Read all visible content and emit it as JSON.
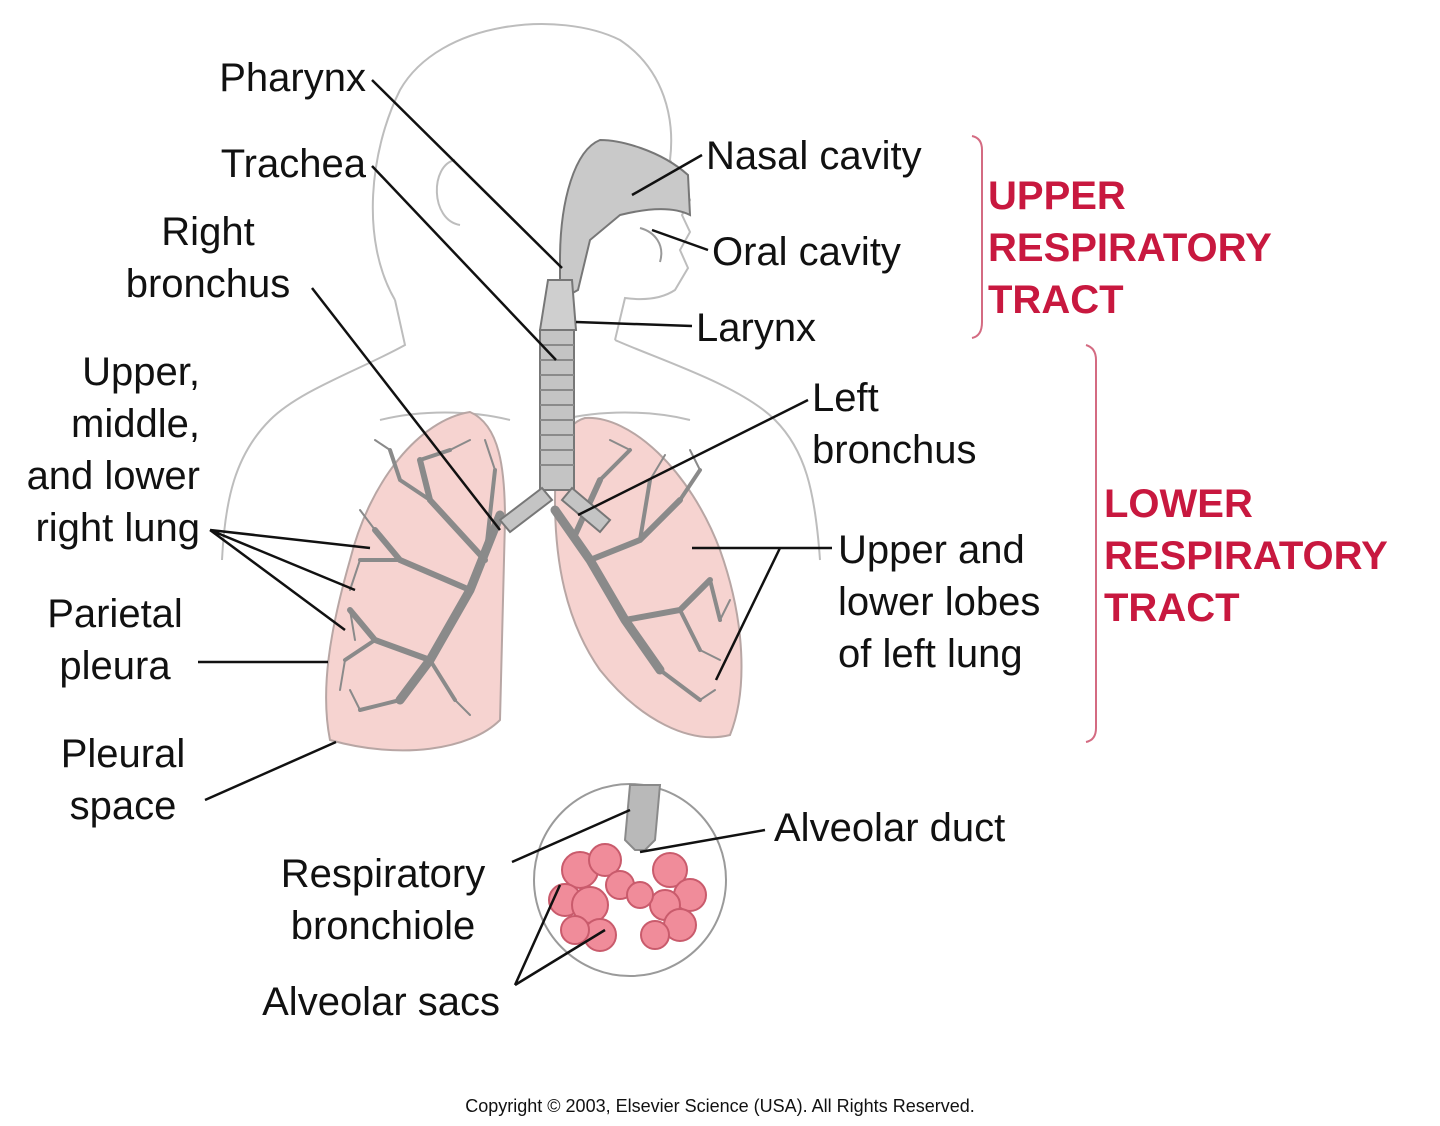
{
  "labels": {
    "pharynx": "Pharynx",
    "trachea": "Trachea",
    "right_bronchus": [
      "Right",
      "bronchus"
    ],
    "right_lung": [
      "Upper,",
      "middle,",
      "and lower",
      "right lung"
    ],
    "parietal_pleura": [
      "Parietal",
      "pleura"
    ],
    "pleural_space": [
      "Pleural",
      "space"
    ],
    "nasal_cavity": "Nasal cavity",
    "oral_cavity": "Oral cavity",
    "larynx": "Larynx",
    "left_bronchus": [
      "Left",
      "bronchus"
    ],
    "left_lung_lobes": [
      "Upper and",
      "lower lobes",
      "of left lung"
    ],
    "alveolar_duct": "Alveolar duct",
    "respiratory_bronchiole": [
      "Respiratory",
      "bronchiole"
    ],
    "alveolar_sacs": "Alveolar sacs"
  },
  "tracts": {
    "upper": [
      "UPPER",
      "RESPIRATORY",
      "TRACT"
    ],
    "lower": [
      "LOWER",
      "RESPIRATORY",
      "TRACT"
    ]
  },
  "copyright": "Copyright © 2003, Elsevier Science (USA). All Rights Reserved.",
  "colors": {
    "tract_heading": "#c8183f",
    "lung_fill": "#f6d3d0",
    "airway_fill": "#b9b9b9",
    "alveoli_fill": "#f08c9a"
  }
}
